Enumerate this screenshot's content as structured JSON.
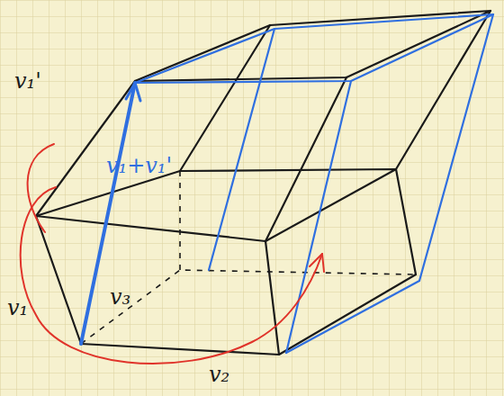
{
  "diagram": {
    "labels": [
      "v₁'",
      "v₁+v₁'",
      "v₁",
      "v₃",
      "v₂"
    ]
  }
}
